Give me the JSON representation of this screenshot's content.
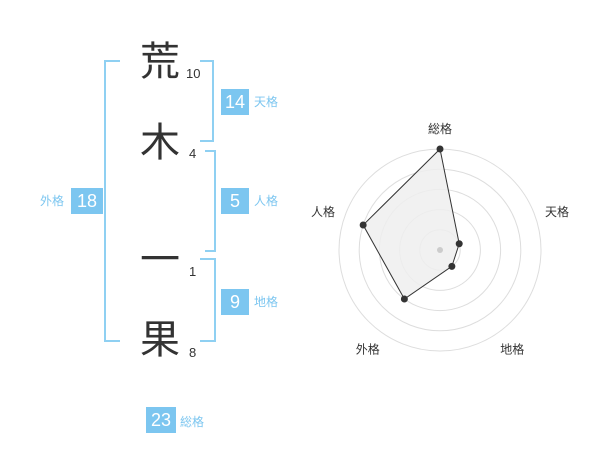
{
  "name_chars": [
    {
      "char": "荒",
      "strokes": "10"
    },
    {
      "char": "木",
      "strokes": "4"
    },
    {
      "char": "一",
      "strokes": "1"
    },
    {
      "char": "果",
      "strokes": "8"
    }
  ],
  "kaku": {
    "tenkaku": {
      "value": "14",
      "label": "天格"
    },
    "jinkaku": {
      "value": "5",
      "label": "人格"
    },
    "chikaku": {
      "value": "9",
      "label": "地格"
    },
    "gaikaku": {
      "value": "18",
      "label": "外格"
    },
    "soukaku": {
      "value": "23",
      "label": "総格"
    }
  },
  "chart_data": {
    "type": "radar",
    "axes": [
      "総格",
      "天格",
      "地格",
      "外格",
      "人格"
    ],
    "values": [
      5,
      1,
      1,
      3,
      4
    ],
    "max": 5,
    "rings": 5,
    "colors": {
      "fill": "#eeeeee",
      "line": "#333333",
      "ring": "#dddddd",
      "center": "#cccccc"
    }
  }
}
